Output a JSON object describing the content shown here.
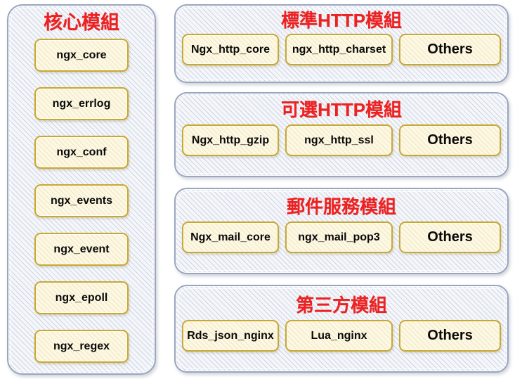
{
  "diagram": {
    "colors": {
      "title_red": "#ef2020",
      "panel_border": "#9aa6be",
      "panel_fill": "#f4f6fa",
      "module_border": "#c9a830",
      "module_fill": "#fdf8e3",
      "module_text": "#0a0a0a",
      "page_background": "#ffffff"
    }
  },
  "core_panel": {
    "title": "核心模組",
    "modules": [
      {
        "label": "ngx_core"
      },
      {
        "label": "ngx_errlog"
      },
      {
        "label": "ngx_conf"
      },
      {
        "label": "ngx_events"
      },
      {
        "label": "ngx_event"
      },
      {
        "label": "ngx_epoll"
      },
      {
        "label": "ngx_regex"
      }
    ]
  },
  "groups": [
    {
      "title": "標準HTTP模組",
      "modules": [
        {
          "label": "Ngx_http_core"
        },
        {
          "label": "ngx_http_charset"
        },
        {
          "label": "Others"
        }
      ]
    },
    {
      "title": "可選HTTP模組",
      "modules": [
        {
          "label": "Ngx_http_gzip"
        },
        {
          "label": "ngx_http_ssl"
        },
        {
          "label": "Others"
        }
      ]
    },
    {
      "title": "郵件服務模組",
      "modules": [
        {
          "label": "Ngx_mail_core"
        },
        {
          "label": "ngx_mail_pop3"
        },
        {
          "label": "Others"
        }
      ]
    },
    {
      "title": "第三方模組",
      "modules": [
        {
          "label": "Rds_json_nginx"
        },
        {
          "label": "Lua_nginx"
        },
        {
          "label": "Others"
        }
      ]
    }
  ]
}
